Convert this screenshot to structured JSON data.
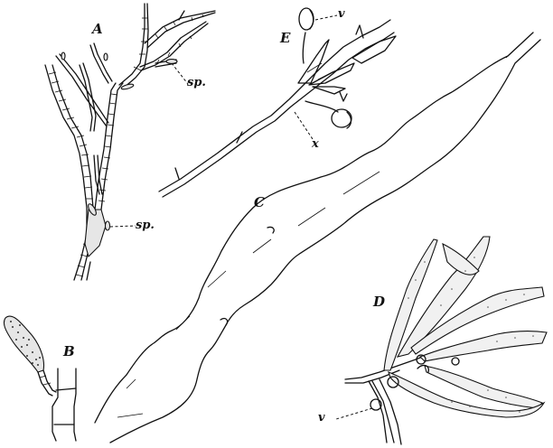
{
  "figure": {
    "description": "Botanical line illustration of algae specimens",
    "panels": [
      {
        "id": "A",
        "label": "A",
        "annotations": [
          "sp.",
          "sp."
        ]
      },
      {
        "id": "B",
        "label": "B",
        "annotations": []
      },
      {
        "id": "C",
        "label": "C",
        "annotations": []
      },
      {
        "id": "D",
        "label": "D",
        "annotations": [
          "v"
        ]
      },
      {
        "id": "E",
        "label": "E",
        "annotations": [
          "v",
          "x"
        ]
      }
    ]
  },
  "labels": {
    "A": "A",
    "B": "B",
    "C": "C",
    "D": "D",
    "E": "E",
    "sp_upper": "sp.",
    "sp_lower": "sp.",
    "v_E": "v",
    "x_E": "x",
    "v_D": "v"
  },
  "colors": {
    "ink": "#111111",
    "paper": "#ffffff",
    "shade": "#e6e6e6"
  }
}
